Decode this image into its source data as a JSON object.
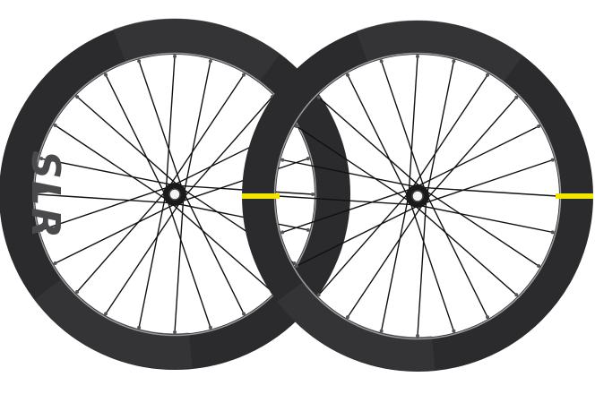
{
  "product": {
    "rim_text": "SLR",
    "wheel_count": 2,
    "spokes_per_wheel": 24,
    "colors": {
      "rim": "#2b2b2d",
      "rim_highlight": "#3a3a3d",
      "spoke": "#111111",
      "decal": "#f2e600",
      "background": "#ffffff"
    }
  }
}
